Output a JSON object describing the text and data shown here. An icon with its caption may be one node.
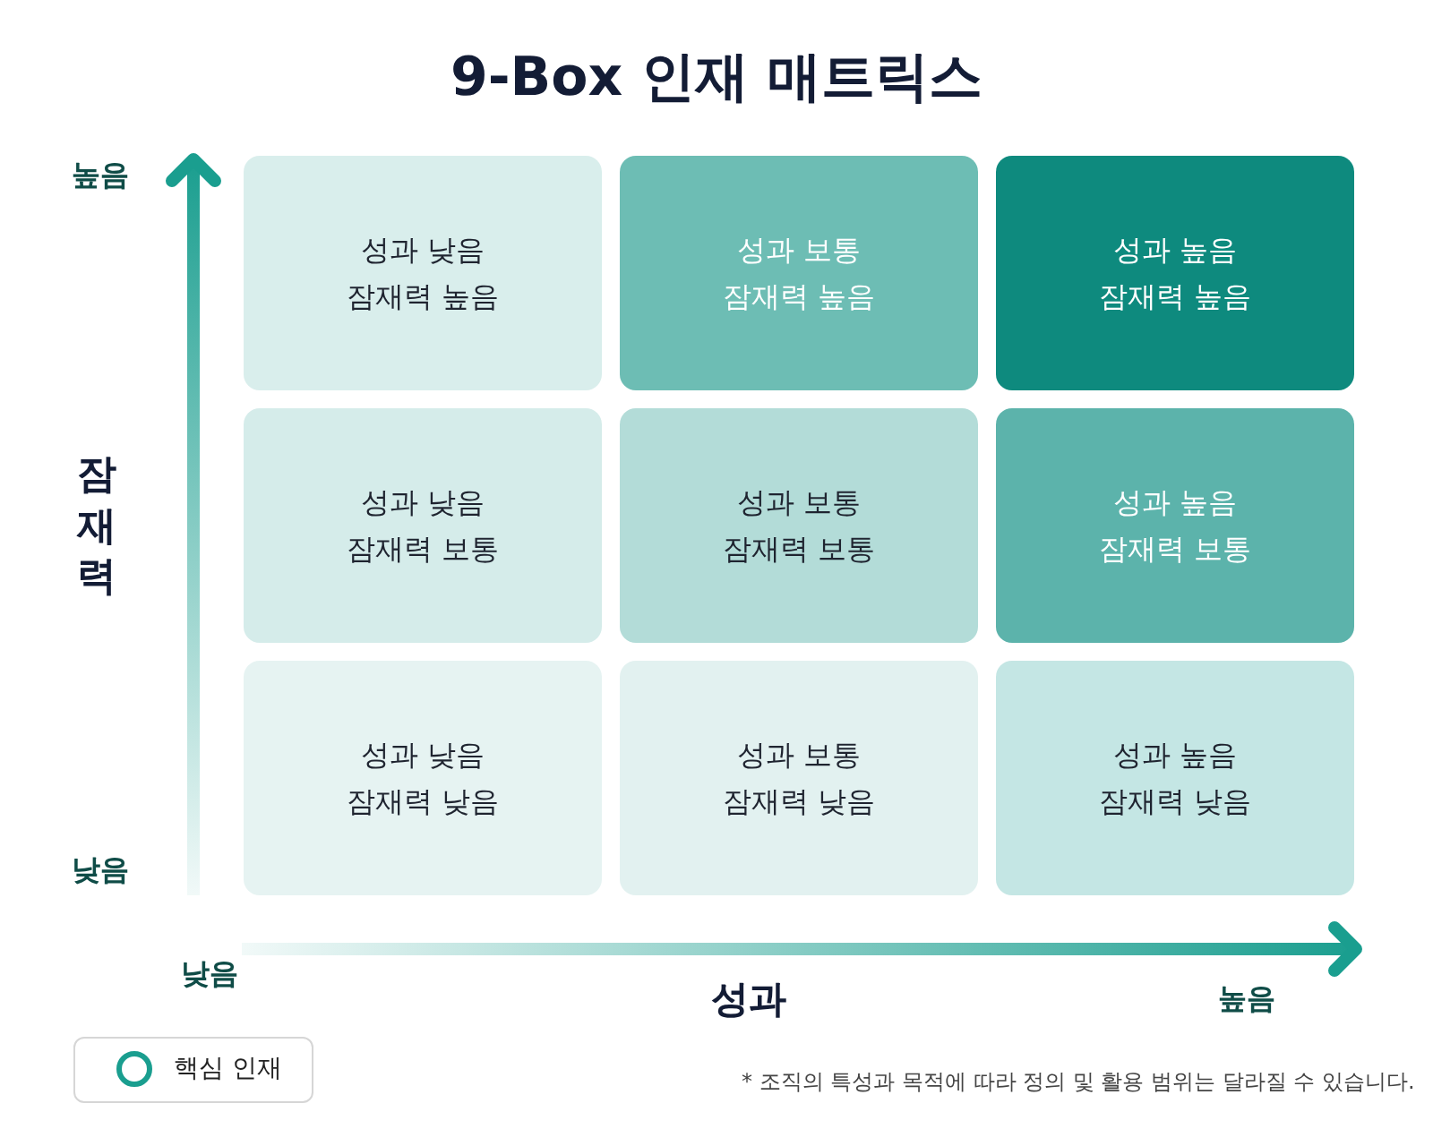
{
  "diagram": {
    "title": "9-Box 인재 매트릭스",
    "nodes": [
      {
        "text": [
          "성과 낮음",
          "잠재력 높음"
        ]
      },
      {
        "text": [
          "성과 보통",
          "잠재력 높음"
        ]
      },
      {
        "text": [
          "성과 높음",
          "잠재력 높음"
        ]
      },
      {
        "text": [
          "성과 낮음",
          "잠재력 보통"
        ]
      },
      {
        "text": [
          "성과 보통",
          "잠재력 보통"
        ]
      },
      {
        "text": [
          "성과 높음",
          "잠재력 보통"
        ]
      },
      {
        "text": [
          "성과 낮음",
          "잠재력 낮음"
        ]
      },
      {
        "text": [
          "성과 보통",
          "잠재력 낮음"
        ]
      },
      {
        "text": [
          "성과 높음",
          "잠재력 낮음"
        ]
      }
    ],
    "edges": [],
    "labels": [
      "높음",
      "잠재력",
      "낮음",
      "낮음",
      "성과",
      "높음",
      "* 조직의 특성과 목적에 따라 정의 및 활용 범위는 달라질 수 있습니다."
    ],
    "legend": [
      {
        "text": "핵심 인재"
      }
    ]
  }
}
